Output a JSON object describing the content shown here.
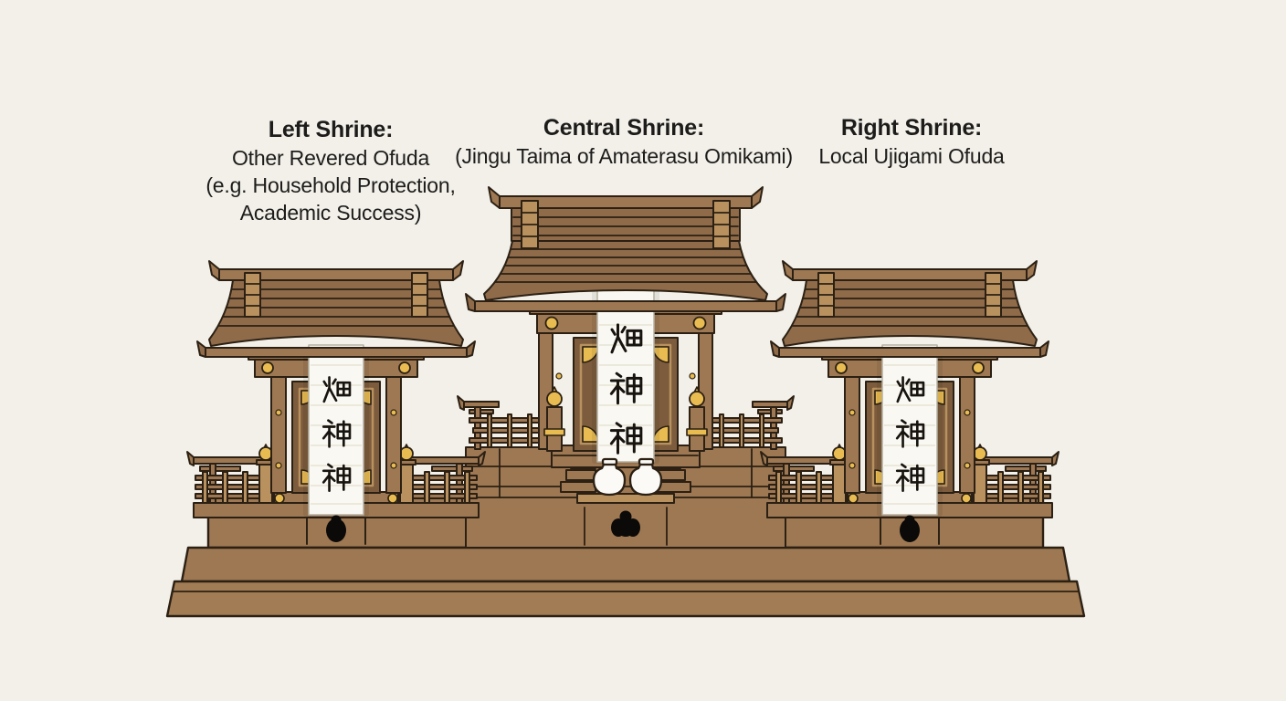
{
  "diagram_title": "Kamidana three-shrine altar diagram",
  "labels": {
    "left": {
      "title": "Left Shrine:",
      "lines": [
        "Other Revered Ofuda",
        "(e.g. Household Protection,",
        "Academic Success)"
      ]
    },
    "central": {
      "title": "Central Shrine:",
      "lines": [
        "(Jingu Taima of Amaterasu Omikami)"
      ]
    },
    "right": {
      "title": "Right Shrine:",
      "lines": [
        "Local Ujigami Ofuda"
      ]
    }
  },
  "shrines": {
    "left": {
      "ofuda_kanji": "畑神神"
    },
    "central": {
      "ofuda_kanji": "畑神神"
    },
    "right": {
      "ofuda_kanji": "畑神神"
    }
  },
  "colors": {
    "background": "#f2f0e9",
    "wood_mid": "#9e7853",
    "wood_roof": "#8f6b4a",
    "wood_dark_panel": "#7c5c3d",
    "wood_light": "#b8915f",
    "gold_accent": "#e9bc52",
    "paper_white": "#faf8f2",
    "outline": "#2b2013",
    "ink": "#17130e",
    "label_text": "#1d1c1a"
  }
}
